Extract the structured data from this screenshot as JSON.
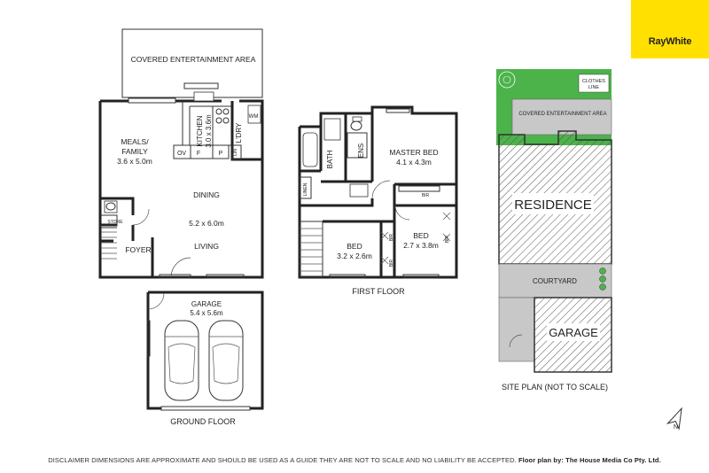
{
  "brand": {
    "name": "RayWhite",
    "color": "#ffe000"
  },
  "ground_floor": {
    "covered_area": "COVERED ENTERTAINMENT AREA",
    "meals": {
      "name": "MEALS/\nFAMILY",
      "name1": "MEALS/",
      "name2": "FAMILY",
      "dims": "3.6 x 5.0m"
    },
    "kitchen": {
      "name": "KITCHEN",
      "dims": "3.0 x 3.6m"
    },
    "laundry": "L'DRY",
    "wm": "WM",
    "ov": "OV",
    "f": "F",
    "p": "P",
    "lin": "LIN",
    "dining": "DINING",
    "living_dims": "5.2 x 6.0m",
    "living": "LIVING",
    "store": "STORE",
    "foyer": "FOYER",
    "garage": {
      "name": "GARAGE",
      "dims": "5.4 x 5.6m"
    },
    "title": "GROUND FLOOR"
  },
  "first_floor": {
    "bath": "BATH",
    "ens": "ENS",
    "master": {
      "name": "MASTER BED",
      "dims": "4.1 x 4.3m"
    },
    "linen": "LINEN",
    "bir": "BIR",
    "bed1": {
      "name": "BED",
      "dims": "3.2 x 2.6m"
    },
    "bed2": {
      "name": "BED",
      "dims": "2.7 x 3.8m"
    },
    "title": "FIRST FLOOR"
  },
  "site_plan": {
    "clothes_line": "CLOTHES LINE",
    "clothes1": "CLOTHES",
    "clothes2": "LINE",
    "covered_area": "COVERED ENTERTAINMENT AREA",
    "residence": "RESIDENCE",
    "courtyard": "COURTYARD",
    "garage": "GARAGE",
    "title": "SITE PLAN (NOT TO SCALE)"
  },
  "compass_icon": "north-arrow-icon",
  "disclaimer": "DISCLAIMER DIMENSIONS ARE APPROXIMATE AND SHOULD BE USED AS A GUIDE THEY ARE NOT TO SCALE AND NO LIABILITY BE ACCEPTED.",
  "credit": "Floor plan by: The House Media Co Pty. Ltd.",
  "colors": {
    "grass": "#4cb34a",
    "paving": "#c8c8c8",
    "hatch": "#555555"
  }
}
